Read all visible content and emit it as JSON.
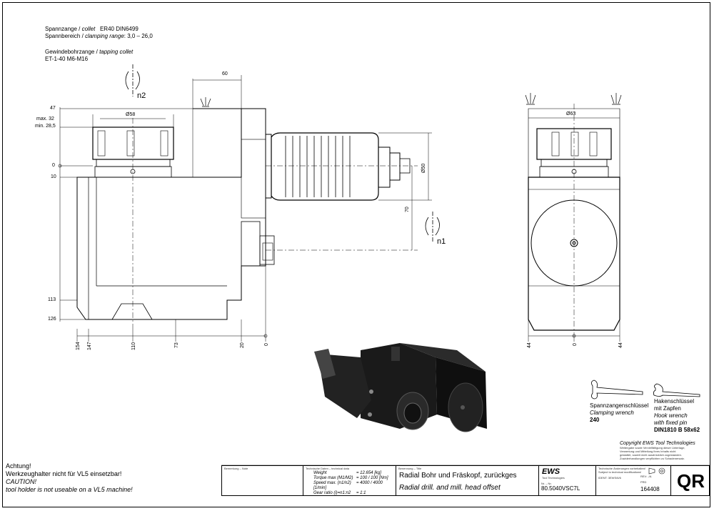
{
  "spec": {
    "collet_de": "Spannzange /",
    "collet_en": "collet",
    "collet_val": "ER40    DIN6499",
    "range_de": "Spannbereich /",
    "range_en": "clamping range",
    "range_val": ": 3,0 – 26,0",
    "tap_de": "Gewindebohrzange /",
    "tap_en": "tapping collet",
    "tap_val": "ET-1-40  M6-M16"
  },
  "dims": {
    "d60": "60",
    "d47": "47",
    "max32": "max. 32",
    "min285": "min. 28,5",
    "zero": "0",
    "d10": "10",
    "d113": "113",
    "d126": "126",
    "phi58": "Ø58",
    "phi50": "Ø50",
    "d70": "70",
    "phi63": "Ø63",
    "n1": "n1",
    "n2": "n2",
    "b154": "154",
    "b147": "147",
    "b110": "110",
    "b73": "73",
    "b20": "20",
    "b0": "0",
    "r44a": "44",
    "r0": "0",
    "r44b": "44"
  },
  "tools": {
    "wrench_de": "Spannzangenschlüssel",
    "wrench_en": "Clamping wrench",
    "wrench_no": "240",
    "hook_de1": "Hakenschlüssel",
    "hook_de2": "mit Zapfen",
    "hook_en1": "Hook wrench",
    "hook_en2": "with fixed pin",
    "hook_no": "DIN1810 B 58x62"
  },
  "copyright": {
    "title": "Copyright EWS Tool Technologies",
    "lines": [
      "Weitergabe sowie Vervielfältigung dieser Unterlage,",
      "Verwertung und Mitteilung ihres Inhalts nicht",
      "gestattet, soweit nicht ausdrücklich zugestanden.",
      "Zuwiderhandlungen verpflichten zu Schadenersatz."
    ]
  },
  "warning": {
    "l1": "Achtung!",
    "l2": "Werkzeughalter nicht für VL5 einsetzbar!",
    "l3": "CAUTION!",
    "l4": "tool holder is not useable on a VL5 machine!"
  },
  "titleblock": {
    "remark_label": "Bemerkung – Note",
    "tech_label": "Technische Daten – technical data",
    "weight_label": "Weight",
    "weight_val": "=  12.654 [kg]",
    "torque_label": "Torque max (M1/M2)",
    "torque_val": "=  100 / 100 [Nm]",
    "speed_label": "Speed max. (n1/n2)",
    "speed_val": "=  4000 / 4000 [1/min]",
    "gear_label": "Gear ratio (i)=n1:n2",
    "gear_val": "=  1:1",
    "name_label": "Benennung – Title",
    "title_de": "Radial Bohr und Fräskopf, zurückges",
    "title_en": "Radial drill. and mill. head offset",
    "logo": "EWS",
    "logo_sub": "Tool Technologies",
    "nr_label": "Nr. – Nr.",
    "part_no": "80.5040VSC7L",
    "change_de": "Technische Änderungen vorbehalten!",
    "change_en": "Subject to technical modifications!",
    "ident": "IDENT: 3EWS/6/6",
    "rev": "REV: -/A",
    "prd_label": "PRD",
    "prd_no": "164408",
    "qr": "QR"
  }
}
